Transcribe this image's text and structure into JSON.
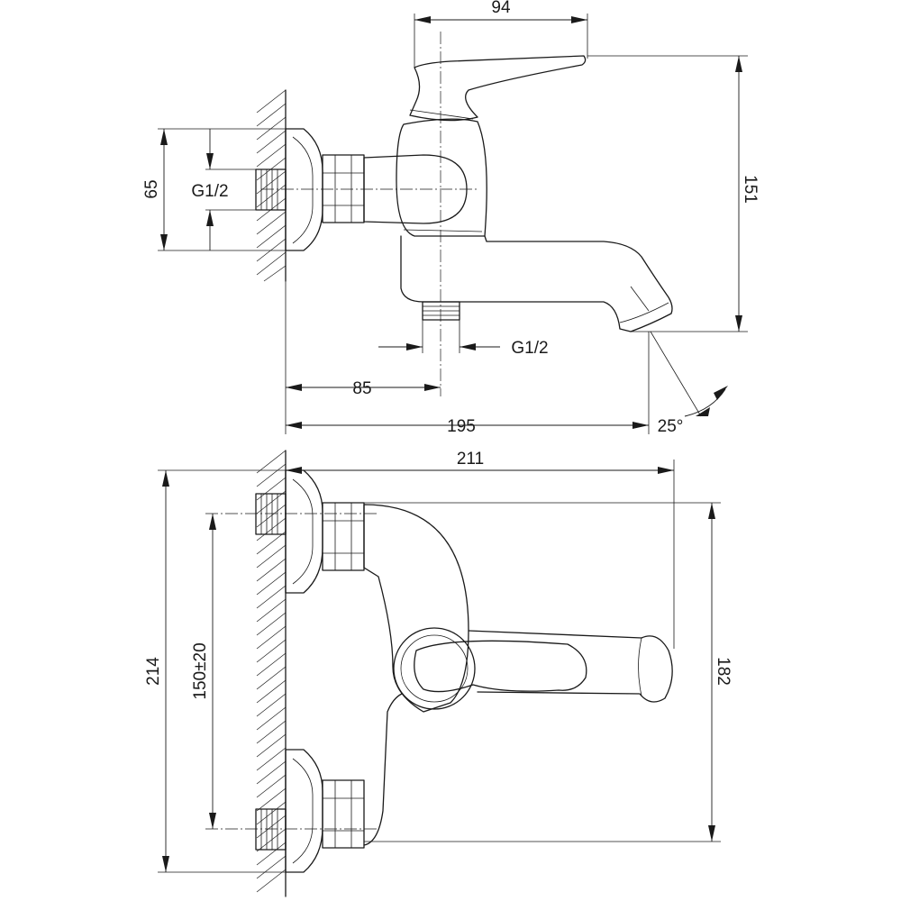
{
  "drawing": {
    "side_view": {
      "top_width": "94",
      "height": "151",
      "inlet_spacing": "65",
      "inlet_thread": "G1/2",
      "outlet_thread": "G1/2",
      "outlet_offset": "85",
      "spout_reach": "195",
      "spout_angle": "25°"
    },
    "top_view": {
      "total_width": "211",
      "total_length": "214",
      "centers": "150±20",
      "body_length": "182"
    }
  }
}
